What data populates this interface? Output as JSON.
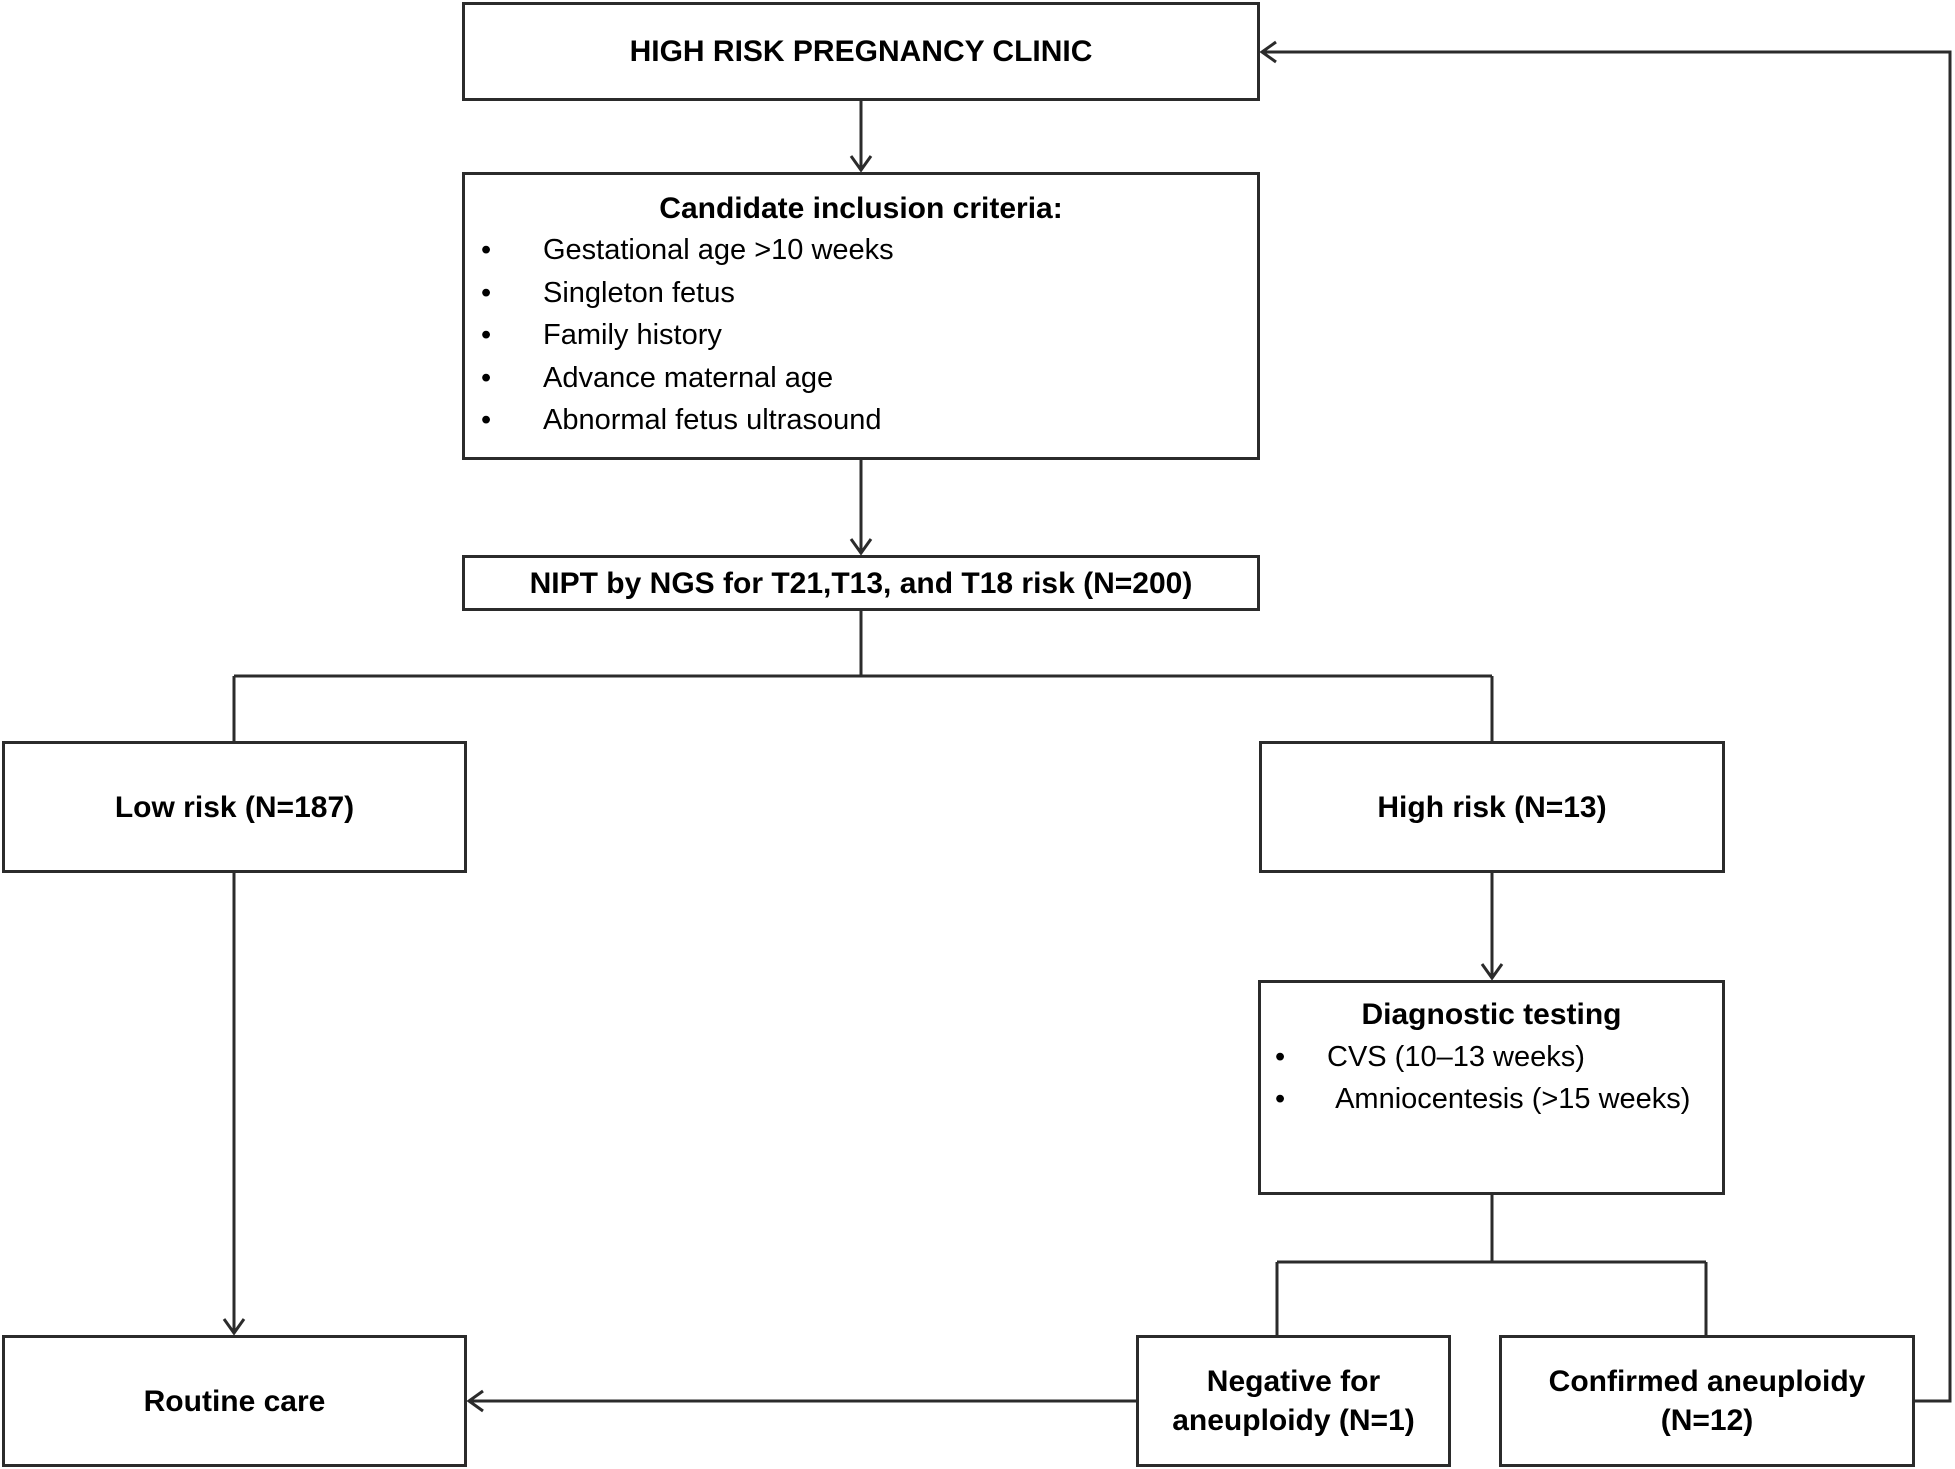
{
  "nodes": {
    "clinic": "HIGH RISK PREGNANCY CLINIC",
    "criteria": {
      "title": "Candidate inclusion criteria:",
      "items": [
        "Gestational age >10 weeks",
        "Singleton fetus",
        "Family history",
        "Advance maternal age",
        "Abnormal fetus ultrasound"
      ]
    },
    "nipt": "NIPT by NGS for T21,T13, and T18 risk (N=200)",
    "low_risk": "Low risk (N=187)",
    "high_risk": "High risk (N=13)",
    "diagnostic": {
      "title": "Diagnostic testing",
      "items": [
        "CVS (10–13 weeks)",
        " Amniocentesis (>15 weeks)"
      ]
    },
    "routine_care": "Routine care",
    "negative": "Negative for aneuploidy (N=1)",
    "confirmed": "Confirmed aneuploidy (N=12)"
  },
  "bullet": "•",
  "colors": {
    "line": "#2b2b2b",
    "box_border": "#2b2b2b",
    "background": "#ffffff"
  }
}
